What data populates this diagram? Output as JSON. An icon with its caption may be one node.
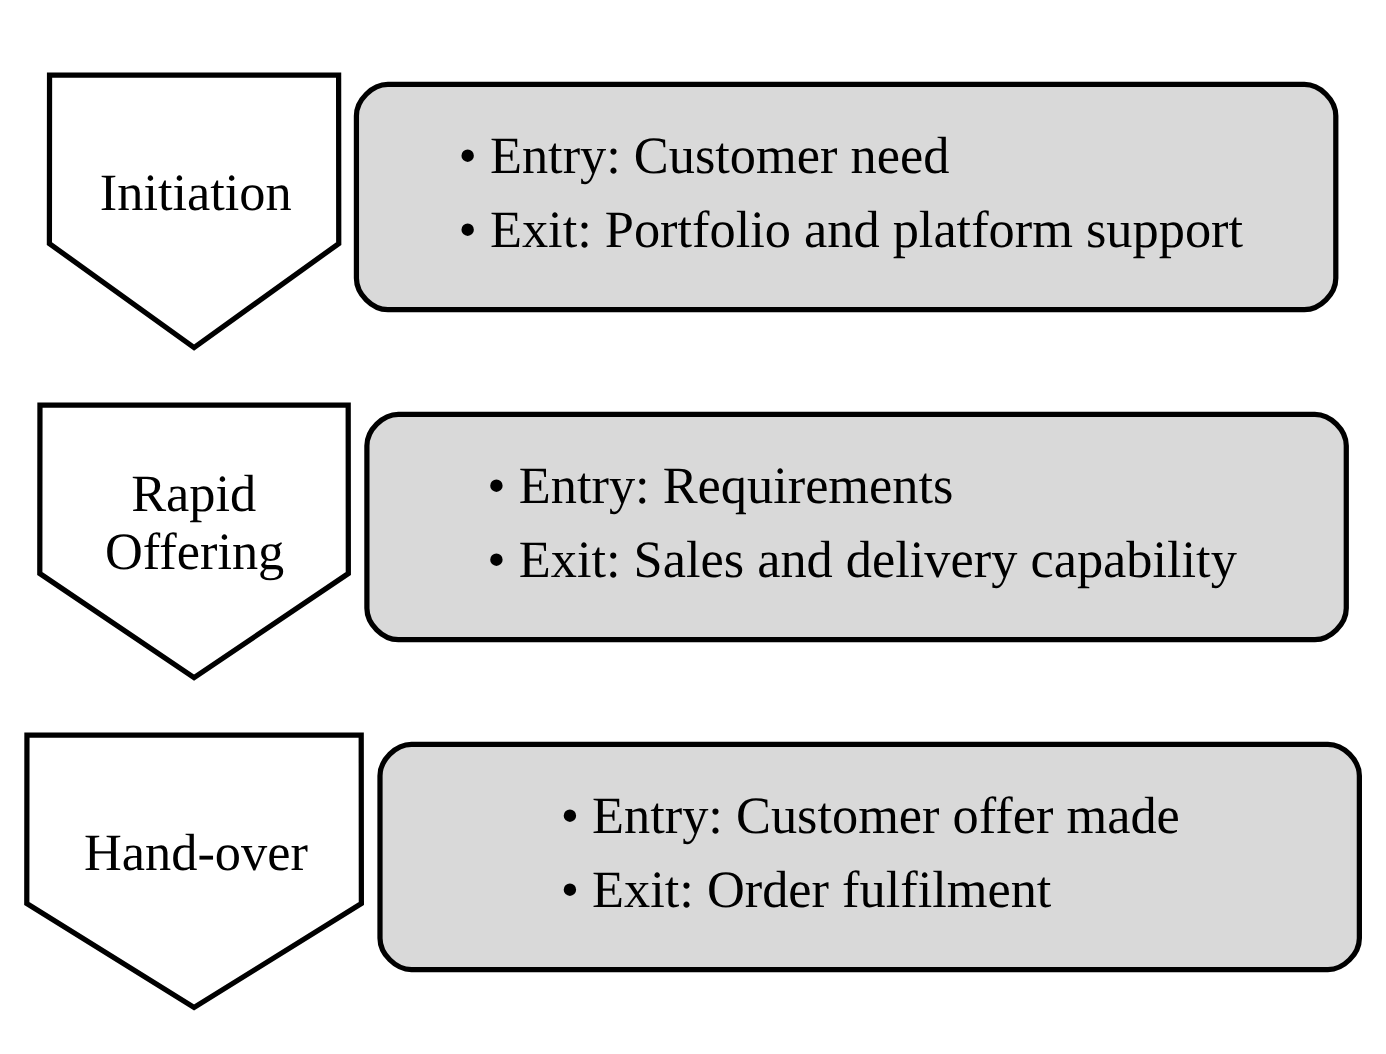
{
  "diagram": {
    "nodes": [
      {
        "text": [
          "Initiation"
        ]
      },
      {
        "text": [
          "• Entry: Customer need",
          "• Exit: Portfolio and platform support"
        ]
      },
      {
        "text": [
          "Rapid Offering"
        ]
      },
      {
        "text": [
          "• Entry: Requirements",
          "• Exit: Sales and delivery capability"
        ]
      },
      {
        "text": [
          "Hand-over"
        ]
      },
      {
        "text": [
          "• Entry: Customer offer made",
          "• Exit: Order fulfilment"
        ]
      }
    ]
  }
}
